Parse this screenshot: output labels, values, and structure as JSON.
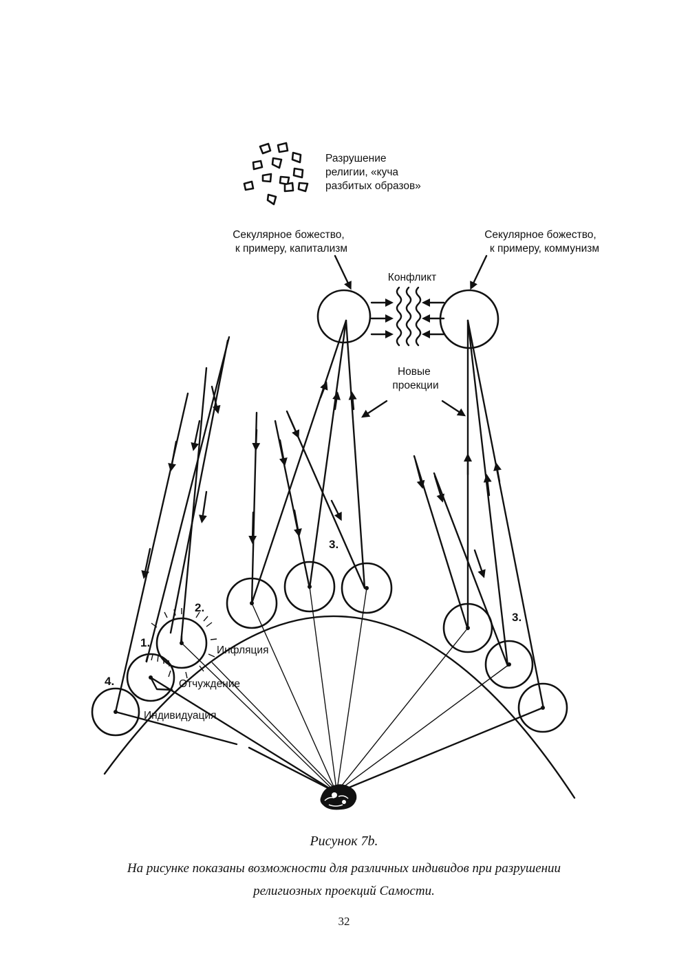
{
  "diagram": {
    "labels": {
      "destruction": [
        "Разрушение",
        "религии, «куча",
        "разбитых образов»"
      ],
      "secular_left": [
        "Секулярное божество,",
        "к примеру, капитализм"
      ],
      "secular_right": [
        "Секулярное божество,",
        "к примеру, коммунизм"
      ],
      "conflict": "Конфликт",
      "new_projections": [
        "Новые",
        "проекции"
      ],
      "inflation": "Инфляция",
      "alienation": "Отчуждение",
      "individuation": "Индивидуация"
    },
    "numbers": {
      "n1": "1.",
      "n2": "2.",
      "n3_left": "3.",
      "n3_right": "3.",
      "n4": "4."
    }
  },
  "caption": {
    "title": "Рисунок 7b.",
    "text_line1": "На рисунке показаны возможности для различных индивидов при разрушении",
    "text_line2": "религиозных проекций Самости."
  },
  "page_number": "32"
}
